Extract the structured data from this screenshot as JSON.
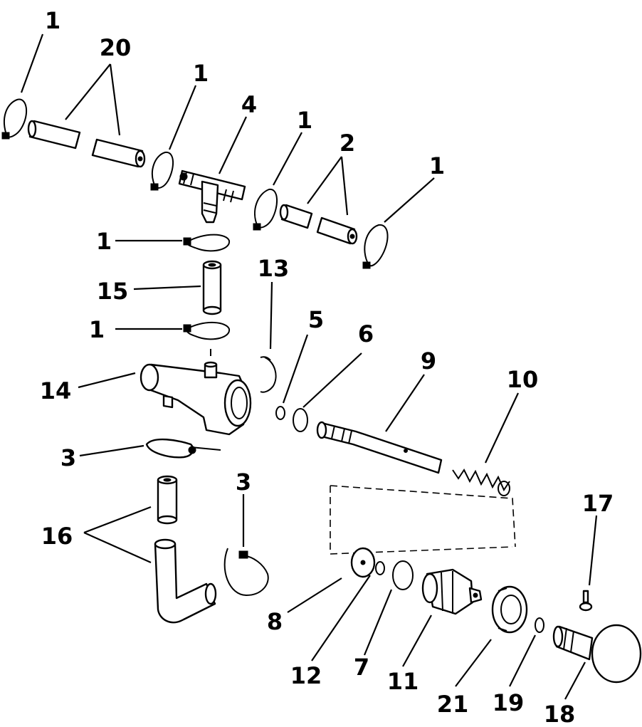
{
  "diagram": {
    "callouts": {
      "c1a": "1",
      "c20": "20",
      "c1b": "1",
      "c4": "4",
      "c1c": "1",
      "c2": "2",
      "c1d": "1",
      "c1e": "1",
      "c15": "15",
      "c13": "13",
      "c1f": "1",
      "c5": "5",
      "c6": "6",
      "c9": "9",
      "c10": "10",
      "c14": "14",
      "c3a": "3",
      "c3b": "3",
      "c17": "17",
      "c16": "16",
      "c8": "8",
      "c12": "12",
      "c7": "7",
      "c11": "11",
      "c21": "21",
      "c19": "19",
      "c18": "18"
    }
  }
}
